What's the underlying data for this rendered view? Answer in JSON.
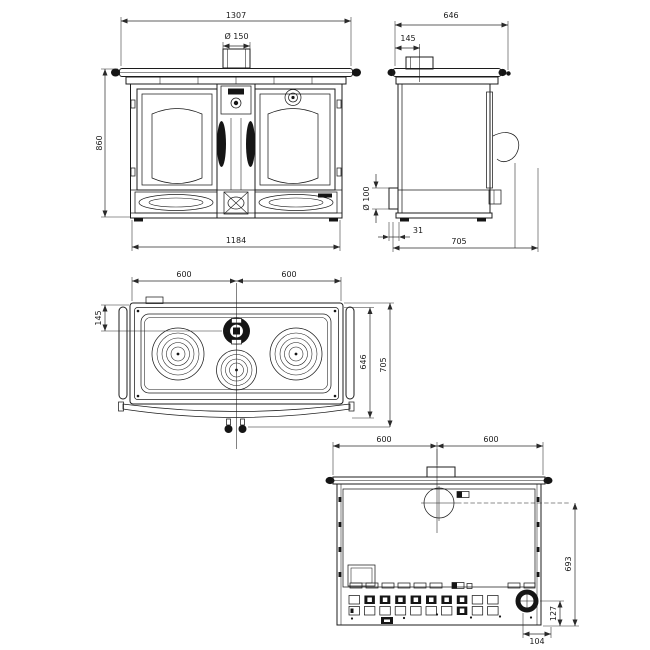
{
  "drawing": {
    "type": "technical-dimension-drawing",
    "subject": "wood-burning cooker stove, four orthographic views",
    "views": {
      "front": {
        "label": "front-view",
        "dims": {
          "overall_width": "1307",
          "flue_diameter": "Ø 150",
          "height": "860",
          "body_width": "1184"
        }
      },
      "side": {
        "label": "side-view",
        "dims": {
          "depth": "646",
          "flue_center_from_rear": "145",
          "rear_outlet_diameter": "Ø 100",
          "rear_clearance": "31",
          "overall_depth": "705"
        }
      },
      "top": {
        "label": "top-view",
        "dims": {
          "left_half_width": "600",
          "right_half_width": "600",
          "flue_center_offset": "145",
          "cooktop_depth": "646",
          "overall_depth": "705"
        }
      },
      "rear": {
        "label": "rear-view",
        "dims": {
          "left_half_width": "600",
          "right_half_width": "600",
          "flue_outlet_height": "693",
          "side_outlet_height": "127",
          "side_outlet_offset": "104"
        }
      }
    }
  }
}
